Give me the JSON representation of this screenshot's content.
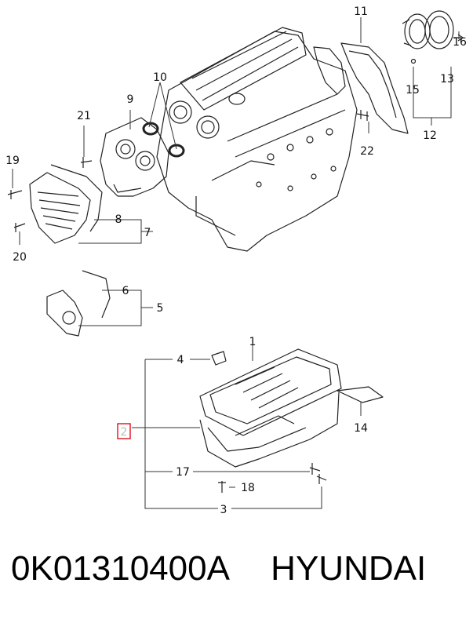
{
  "callouts": {
    "c1": "1",
    "c2": "2",
    "c3": "3",
    "c4": "4",
    "c5": "5",
    "c6": "6",
    "c7": "7",
    "c8": "8",
    "c9": "9",
    "c10": "10",
    "c11": "11",
    "c12": "12",
    "c13": "13",
    "c14": "14",
    "c15": "15",
    "c16": "16",
    "c17": "17",
    "c18": "18",
    "c19": "19",
    "c20": "20",
    "c21": "21",
    "c22": "22"
  },
  "highlight": {
    "callout": "2",
    "color": "#e0202a"
  },
  "caption": {
    "part_number": "0K01310400A",
    "brand": "HYUNDAI"
  }
}
